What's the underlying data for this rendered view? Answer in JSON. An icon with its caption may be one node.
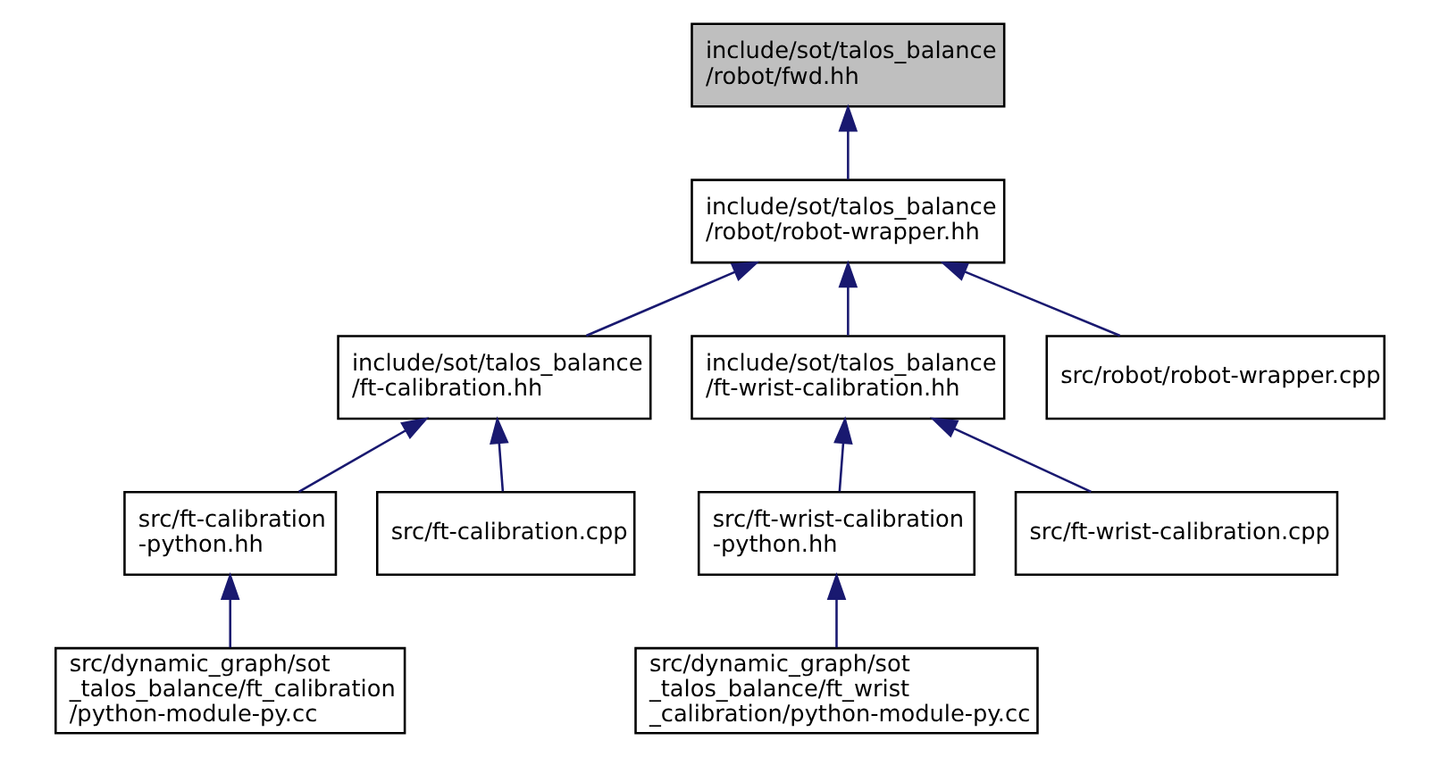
{
  "diagram": {
    "nodes": [
      {
        "text": [
          "include/sot/talos_balance /robot/fwd.hh"
        ]
      },
      {
        "text": [
          "include/sot/talos_balance /robot/robot-wrapper.hh"
        ]
      },
      {
        "text": [
          "include/sot/talos_balance /ft-calibration.hh"
        ]
      },
      {
        "text": [
          "include/sot/talos_balance /ft-wrist-calibration.hh"
        ]
      },
      {
        "text": [
          "src/robot/robot-wrapper.cpp"
        ]
      },
      {
        "text": [
          "src/ft-calibration -python.hh"
        ]
      },
      {
        "text": [
          "src/ft-calibration.cpp"
        ]
      },
      {
        "text": [
          "src/ft-wrist-calibration -python.hh"
        ]
      },
      {
        "text": [
          "src/ft-wrist-calibration.cpp"
        ]
      },
      {
        "text": [
          "src/dynamic_graph/sot _talos_balance/ft_calibration /python-module-py.cc"
        ]
      },
      {
        "text": [
          "src/dynamic_graph/sot _talos_balance/ft_wrist _calibration/python-module-py.cc"
        ]
      }
    ],
    "edges": [
      {
        "from": 1,
        "to": 0,
        "arrow": "to"
      },
      {
        "from": 2,
        "to": 1,
        "arrow": "to"
      },
      {
        "from": 3,
        "to": 1,
        "arrow": "to"
      },
      {
        "from": 4,
        "to": 1,
        "arrow": "to"
      },
      {
        "from": 5,
        "to": 2,
        "arrow": "to"
      },
      {
        "from": 6,
        "to": 2,
        "arrow": "to"
      },
      {
        "from": 9,
        "to": 5,
        "arrow": "to"
      },
      {
        "from": 7,
        "to": 3,
        "arrow": "to"
      },
      {
        "from": 8,
        "to": 3,
        "arrow": "to"
      },
      {
        "from": 10,
        "to": 7,
        "arrow": "to"
      }
    ]
  }
}
